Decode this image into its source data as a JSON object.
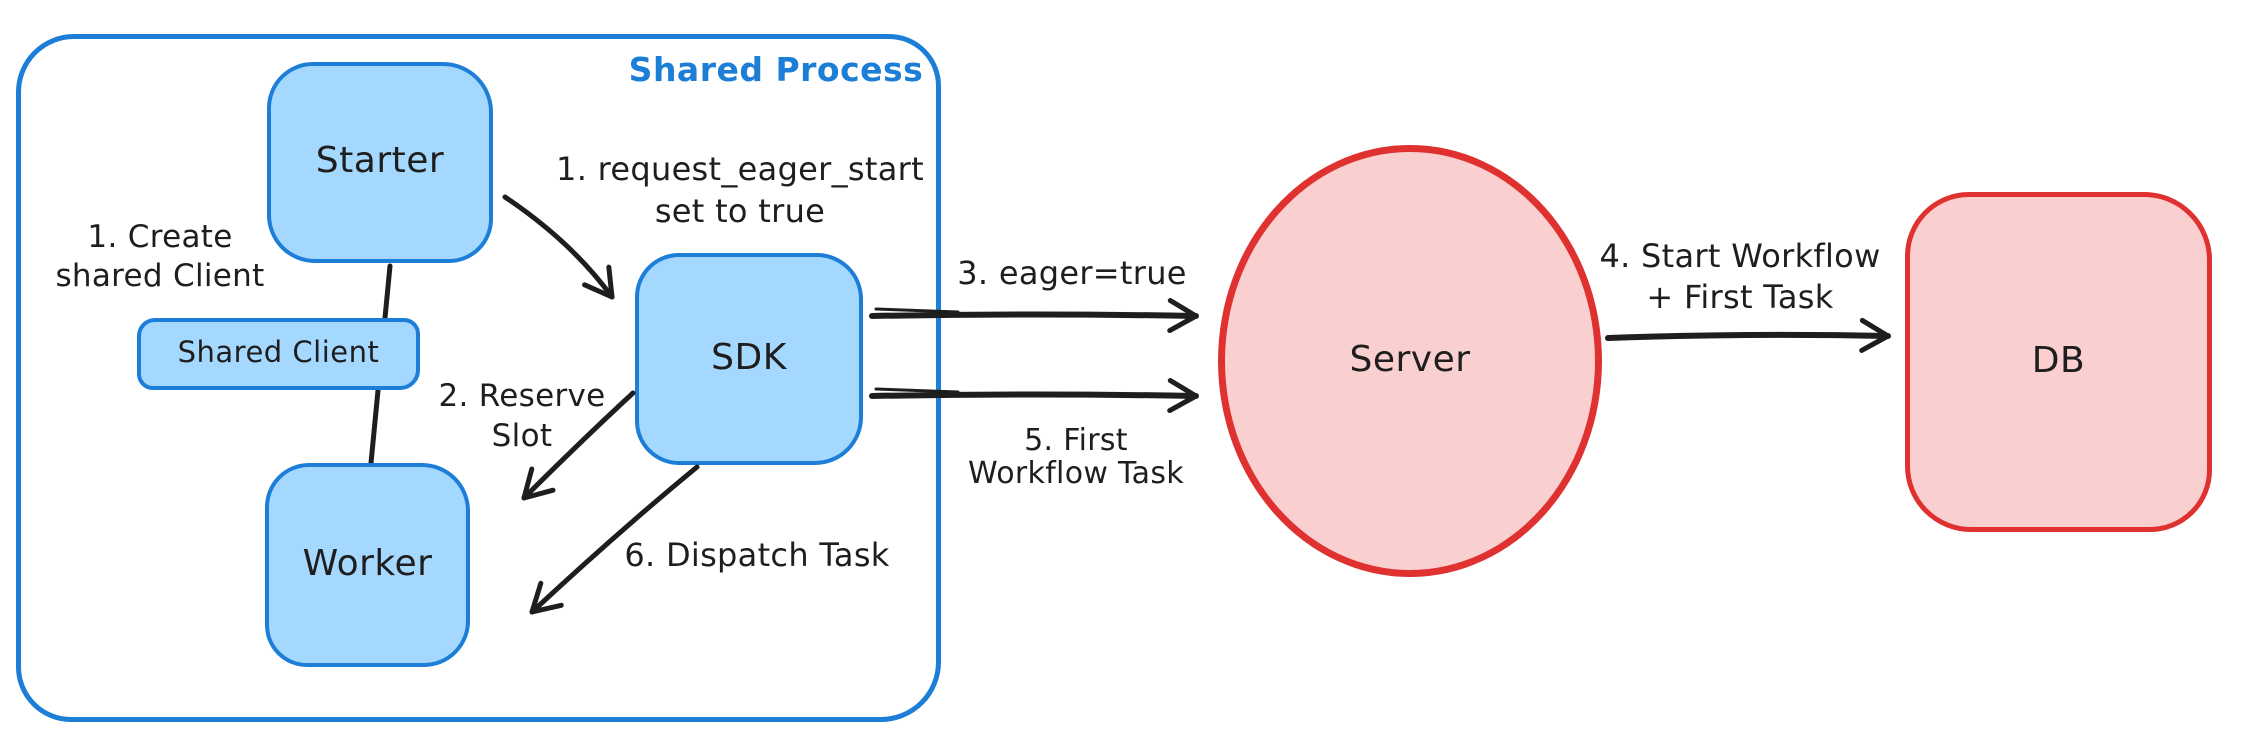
{
  "diagram": {
    "container_label": "Shared Process",
    "nodes": {
      "starter": "Starter",
      "shared_client": "Shared Client",
      "worker": "Worker",
      "sdk": "SDK",
      "server": "Server",
      "db": "DB"
    },
    "labels": {
      "create_client": "1. Create\nshared Client",
      "request_eager_start": "1. request_eager_start\nset to true",
      "reserve_slot": "2. Reserve\nSlot",
      "eager_true": "3. eager=true",
      "start_workflow": "4. Start Workflow\n+ First Task",
      "first_workflow_task": "5. First\nWorkflow Task",
      "dispatch_task": "6. Dispatch Task"
    },
    "colors": {
      "blue_stroke": "#1c7ed6",
      "blue_fill": "#a5d8ff",
      "red_stroke": "#e03131",
      "red_fill": "#f9cfcf",
      "arrow": "#1e1e1e",
      "text": "#1e1e1e"
    }
  }
}
